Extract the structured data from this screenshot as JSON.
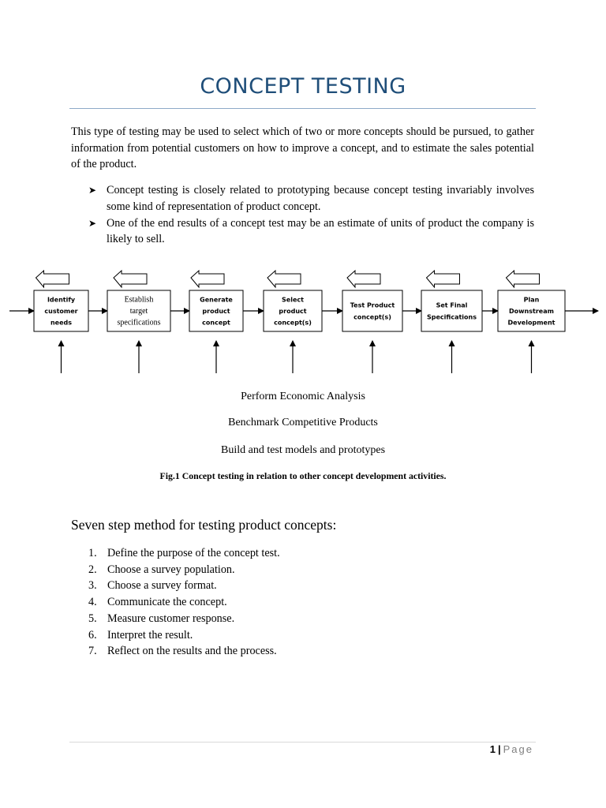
{
  "title": "CONCEPT TESTING",
  "intro": "This type of testing may be used to select which of two or more concepts should be pursued, to gather information from potential customers on how to improve a concept, and to estimate the sales potential of the product.",
  "bullets": [
    {
      "icon": "arrow-bullet-icon",
      "text": "Concept testing is closely related to prototyping because concept testing invariably involves some kind of representation of product concept."
    },
    {
      "icon": "arrow-bullet-icon",
      "text": "One of the end results of a concept test may be an estimate of units of product the company is likely to sell."
    }
  ],
  "diagram": {
    "steps": [
      {
        "lines": [
          "Identify",
          "customer",
          "needs"
        ]
      },
      {
        "lines": [
          "Establish",
          "target",
          "specifications"
        ]
      },
      {
        "lines": [
          "Generate",
          "product",
          "concept"
        ]
      },
      {
        "lines": [
          "Select",
          "product",
          "concept(s)"
        ]
      },
      {
        "lines": [
          "Test Product",
          "concept(s)"
        ]
      },
      {
        "lines": [
          "Set Final",
          "Specifications"
        ]
      },
      {
        "lines": [
          "Plan",
          "Downstream",
          "Development"
        ]
      }
    ],
    "support_activities": [
      "Perform Economic Analysis",
      "Benchmark Competitive Products",
      "Build and test models and prototypes"
    ],
    "caption": "Fig.1 Concept testing in relation to other concept development activities."
  },
  "method": {
    "heading": "Seven step method for testing product concepts:",
    "steps": [
      {
        "num": "1.",
        "text": "Define the purpose of the concept test."
      },
      {
        "num": "2.",
        "text": "Choose a survey population."
      },
      {
        "num": "3.",
        "text": "Choose a survey format."
      },
      {
        "num": "4.",
        "text": "Communicate the concept."
      },
      {
        "num": "5.",
        "text": "Measure customer response."
      },
      {
        "num": "6.",
        "text": "Interpret the result."
      },
      {
        "num": "7.",
        "text": "Reflect on the results and the process."
      }
    ]
  },
  "footer": {
    "page_number": "1",
    "separator": "|",
    "page_word": "Page"
  },
  "colors": {
    "title": "#1f4e79",
    "title_rule": "#8eaac8",
    "footer_word": "#7f7f7f"
  }
}
